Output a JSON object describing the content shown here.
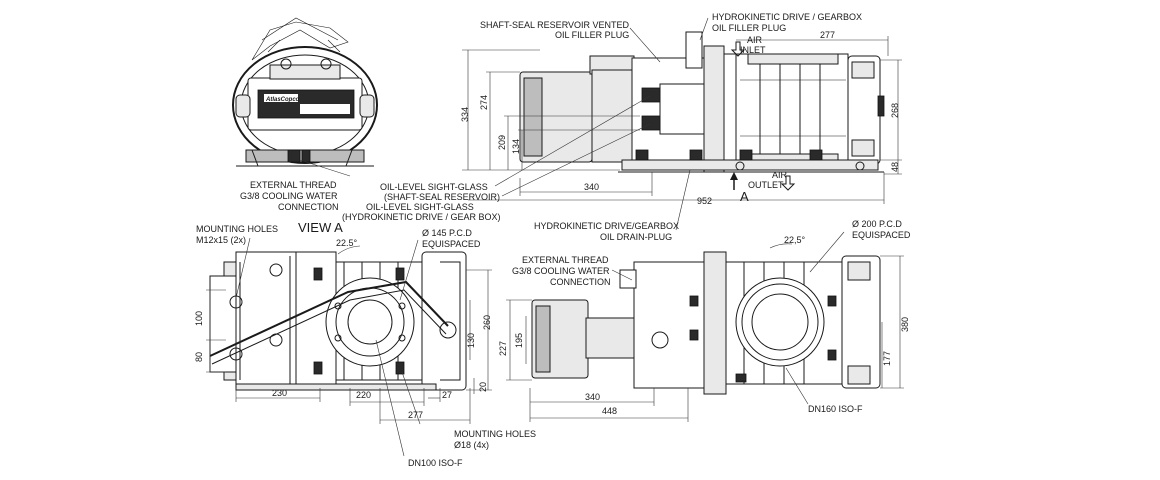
{
  "labels": {
    "shaft_seal_l1": "SHAFT-SEAL RESERVOIR VENTED",
    "shaft_seal_l2": "OIL FILLER PLUG",
    "hydro_top_l1": "HYDROKINETIC DRIVE / GEARBOX",
    "hydro_top_l2": "OIL FILLER PLUG",
    "air_inlet_l1": "AIR",
    "air_inlet_l2": "INLET",
    "air_outlet_l1": "AIR",
    "air_outlet_l2": "OUTLET",
    "ext_thread_top_l1": "EXTERNAL THREAD",
    "ext_thread_top_l2": "G3/8 COOLING WATER",
    "ext_thread_top_l3": "CONNECTION",
    "sight_glass_1_l1": "OIL-LEVEL SIGHT-GLASS",
    "sight_glass_1_l2": "(SHAFT-SEAL RESERVOIR)",
    "sight_glass_2_l1": "OIL-LEVEL SIGHT-GLASS",
    "sight_glass_2_l2": "(HYDROKINETIC DRIVE / GEAR BOX)",
    "hydro_drain_l1": "HYDROKINETIC DRIVE/GEARBOX",
    "hydro_drain_l2": "OIL DRAIN-PLUG",
    "mounting_holes_top_l1": "MOUNTING HOLES",
    "mounting_holes_top_l2": "M12x15 (2x)",
    "view_a": "VIEW A",
    "view_arrow": "A",
    "pcd_145_l1": "Ø 145 P.C.D",
    "pcd_145_l2": "EQUISPACED",
    "pcd_200_l1": "Ø 200 P.C.D",
    "pcd_200_l2": "EQUISPACED",
    "ext_thread_bot_l1": "EXTERNAL THREAD",
    "ext_thread_bot_l2": "G3/8 COOLING WATER",
    "ext_thread_bot_l3": "CONNECTION",
    "mounting_holes_bot_l1": "MOUNTING HOLES",
    "mounting_holes_bot_l2": "Ø18 (4x)",
    "dn100": "DN100 ISO-F",
    "dn160": "DN160 ISO-F",
    "angle_left": "22.5°",
    "angle_right": "22,5°"
  },
  "dimensions": {
    "d277_top": "277",
    "d334": "334",
    "d274": "274",
    "d209": "209",
    "d134": "134",
    "d268": "268",
    "d48": "48",
    "d340_top": "340",
    "d952": "952",
    "d100": "100",
    "d80": "80",
    "d230": "230",
    "d220": "220",
    "d27": "27",
    "d277_bot": "277",
    "d260": "260",
    "d130": "130",
    "d20": "20",
    "d227": "227",
    "d195": "195",
    "d340_bot": "340",
    "d448": "448",
    "d380": "380",
    "d177": "177"
  },
  "colors": {
    "ink": "#1a1a1a",
    "shade": "#bdbdbd",
    "light": "#e9e9e9"
  }
}
